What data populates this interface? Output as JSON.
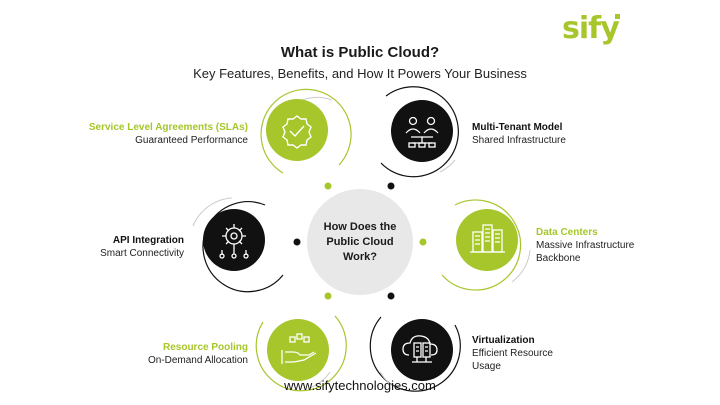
{
  "brand": {
    "logo": "sify"
  },
  "title": "What is Public Cloud?",
  "subtitle": "Key Features, Benefits, and How It Powers Your Business",
  "center": {
    "line1": "How Does the",
    "line2": "Public Cloud",
    "line3": "Work?"
  },
  "nodes": [
    {
      "title": "Service Level Agreements (SLAs)",
      "desc1": "Guaranteed Performance",
      "desc2": "",
      "icon": "badge-check-icon",
      "theme": "green"
    },
    {
      "title": "Multi-Tenant Model",
      "desc1": "Shared Infrastructure",
      "desc2": "",
      "icon": "people-network-icon",
      "theme": "dark"
    },
    {
      "title": "API Integration",
      "desc1": "Smart Connectivity",
      "desc2": "",
      "icon": "gear-network-icon",
      "theme": "dark"
    },
    {
      "title": "Data Centers",
      "desc1": "Massive Infrastructure",
      "desc2": "Backbone",
      "icon": "buildings-icon",
      "theme": "green"
    },
    {
      "title": "Resource Pooling",
      "desc1": "On-Demand Allocation",
      "desc2": "",
      "icon": "hand-resources-icon",
      "theme": "green"
    },
    {
      "title": "Virtualization",
      "desc1": "Efficient Resource",
      "desc2": "Usage",
      "icon": "cloud-servers-icon",
      "theme": "dark"
    }
  ],
  "colors": {
    "green": "#a6c62c",
    "dark": "#111111",
    "center": "#e8e8e8"
  },
  "footer": "www.sifytechnologies.com"
}
